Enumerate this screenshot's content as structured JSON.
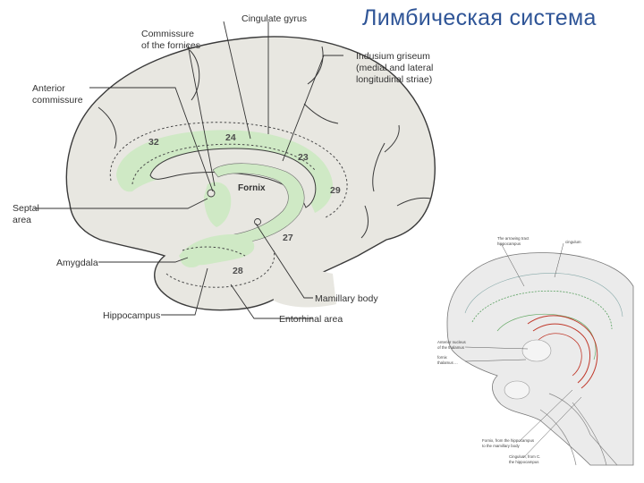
{
  "title": "Лимбическая система",
  "main_diagram": {
    "labels": {
      "cingulate_gyrus": "Cingulate gyrus",
      "commissure_fornices_1": "Commissure",
      "commissure_fornices_2": "of the fornices",
      "anterior_commissure_1": "Anterior",
      "anterior_commissure_2": "commissure",
      "indusium_1": "Indusium griseum",
      "indusium_2": "(medial and lateral",
      "indusium_3": "longitudinal striae)",
      "septal_1": "Septal",
      "septal_2": "area",
      "amygdala": "Amygdala",
      "hippocampus": "Hippocampus",
      "mamillary_body": "Mamillary body",
      "entorhinal_area": "Entorhinal area",
      "fornix": "Fornix"
    },
    "area_numbers": {
      "a32": "32",
      "a24": "24",
      "a23": "23",
      "a29": "29",
      "a27": "27",
      "a28": "28"
    }
  },
  "inset_diagram": {
    "labels": {
      "top_left_1": "The arrowing tract",
      "top_left_2": "hippocampus",
      "top_right": "cingulum",
      "left_1_a": "Anterior nucleus",
      "left_1_b": "of the thalamus",
      "left_2_a": "fornix",
      "left_2_b": "thalamus ...",
      "bottom_1_a": "Fornix, from the hippocampus",
      "bottom_1_b": "to the mamillary body",
      "bottom_2_a": "Cingulum, from C.",
      "bottom_2_b": "the hippocampus"
    }
  },
  "colors": {
    "title": "#2f5597",
    "brain_fill": "#e8e7e1",
    "outline": "#3a3a3a",
    "limbic_green": "#cfe9c5",
    "inset_red": "#c0392b"
  }
}
